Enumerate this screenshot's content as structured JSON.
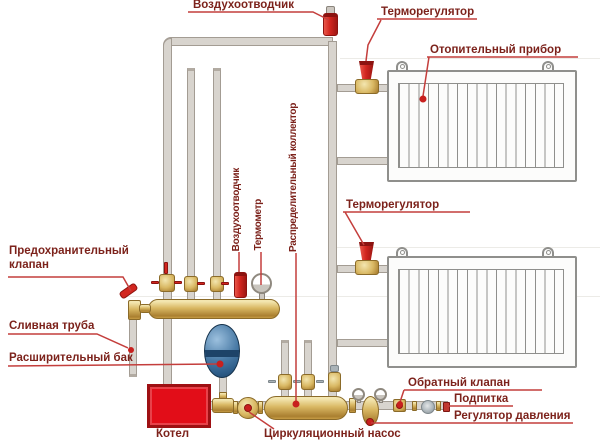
{
  "diagram": "heating-system-scheme",
  "labels": {
    "air_vent_top": "Воздухоотводчик",
    "thermoregulator_1": "Терморегулятор",
    "heating_device": "Отопительный прибор",
    "thermoregulator_2": "Терморегулятор",
    "safety_valve": "Предохранительный клапан",
    "drain_pipe": "Сливная труба",
    "expansion_tank": "Расширительный бак",
    "boiler": "Котел",
    "circulation_pump": "Циркуляционный насос",
    "check_valve": "Обратный клапан",
    "feed": "Подпитка",
    "pressure_regulator": "Регулятор давления",
    "air_vent_vertical": "Воздухоотводчик",
    "thermometer": "Термометр",
    "distribution_collector": "Распределительный коллектор"
  },
  "colors": {
    "label": "#7c221b",
    "leader": "#c43e3c",
    "device_red": "#d2261f",
    "brass": "#d9b863",
    "pipe_gray": "#d8d4ce",
    "boiler_red": "#e20d18",
    "tank_blue": "#4a7ba6",
    "steel_handle": "#aab3b8"
  }
}
